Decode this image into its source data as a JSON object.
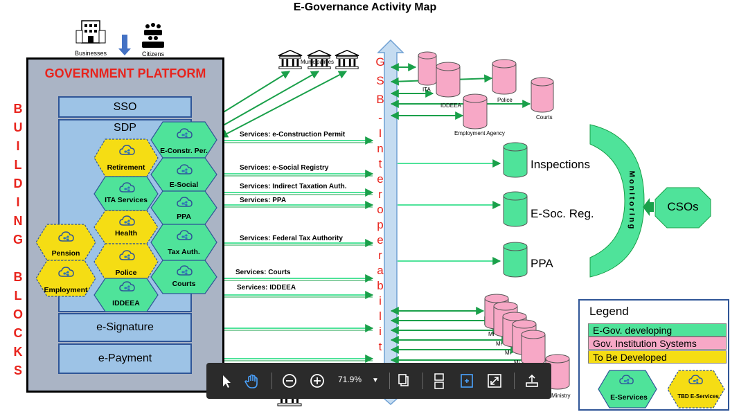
{
  "title": "E-Governance Activity Map",
  "top_icons": {
    "businesses": "Businesses",
    "citizens": "Citizens",
    "municipalities": "Municipalities"
  },
  "platform": {
    "title": "GOVERNMENT PLATFORM",
    "building_blocks_letters": [
      "B",
      "U",
      "I",
      "L",
      "D",
      "I",
      "N",
      "G",
      "",
      "B",
      "L",
      "O",
      "C",
      "K",
      "S"
    ],
    "sso": "SSO",
    "sdp": "SDP",
    "esignature": "e-Signature",
    "epayment": "e-Payment"
  },
  "eservices": [
    {
      "id": "e-constr",
      "label": "E-Constr. Per."
    },
    {
      "id": "e-social",
      "label": "E-Social"
    },
    {
      "id": "ppa",
      "label": "PPA"
    },
    {
      "id": "tax-auth",
      "label": "Tax Auth."
    },
    {
      "id": "courts",
      "label": "Courts"
    }
  ],
  "sdp_services": [
    {
      "label": "Retirement",
      "status": "tbd"
    },
    {
      "label": "ITA Services",
      "status": "developing"
    },
    {
      "label": "Health",
      "status": "tbd"
    },
    {
      "label": "Pension",
      "status": "tbd"
    },
    {
      "label": "Police",
      "status": "tbd"
    },
    {
      "label": "Employment",
      "status": "tbd"
    },
    {
      "label": "IDDEEA",
      "status": "developing"
    }
  ],
  "service_links": [
    "Services: e-Construction Permit",
    "Services: e-Social Registry",
    "Services: Indirect Taxation Auth.",
    "Services: PPA",
    "Services: Federal Tax Authority",
    "Services: Courts",
    "Services: IDDEEA"
  ],
  "gsb_letters": [
    "G",
    "S",
    "B",
    "-",
    "I",
    "n",
    "t",
    "e",
    "r",
    "o",
    "p",
    "e",
    "r",
    "a",
    "b",
    "i",
    "l",
    "i",
    "t"
  ],
  "institutions": {
    "ita": "ITA",
    "iddeea": "IDDEEA",
    "police": "Police",
    "courts": "Courts",
    "employment_agency": "Employment Agency",
    "ministry_prefix": "Mi",
    "ministry": "Ministry"
  },
  "green_systems": {
    "inspections": "Inspections",
    "esoc_reg": "E-Soc. Reg.",
    "ppa": "PPA"
  },
  "monitoring": {
    "label": "Monitoring",
    "csos": "CSOs"
  },
  "legend": {
    "title": "Legend",
    "developing": "E-Gov. developing",
    "gov_systems": "Gov. Institution Systems",
    "tbd": "To Be Developed",
    "eservices": "E-Services",
    "tbd_eservices": "TBD E-Services"
  },
  "colors": {
    "developing": "#4fe39a",
    "tbd": "#f5dd14",
    "gov": "#f7a8c6",
    "arrow": "#1aa04a",
    "red": "#e8231c",
    "bar": "#9dc3e6"
  },
  "toolbar": {
    "zoom": "71.9%"
  }
}
